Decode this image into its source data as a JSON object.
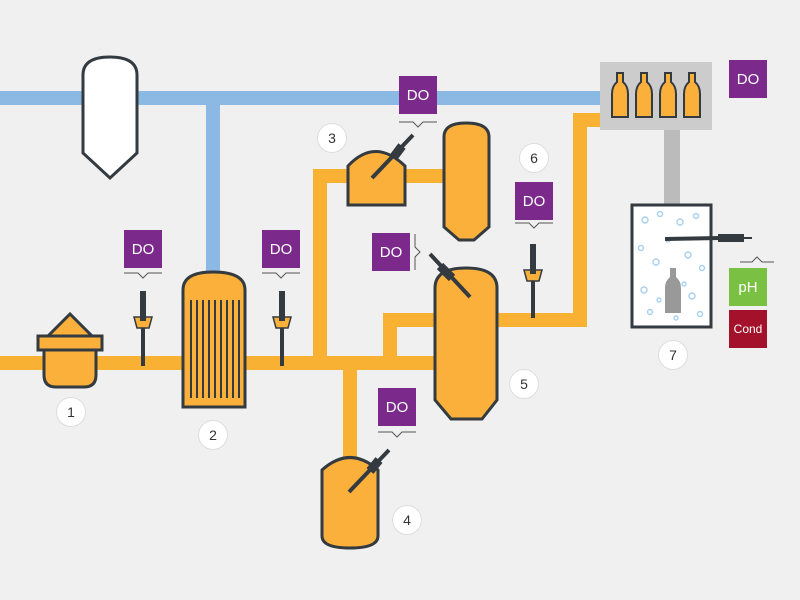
{
  "colors": {
    "background": "#f0f0f0",
    "water_pipe": "#8bb9e3",
    "process_pipe": "#f8b133",
    "vessel_fill": "#fbb03b",
    "outline": "#333a40",
    "do_badge": "#7b2a8c",
    "ph_badge": "#7ac143",
    "cond_badge": "#a3122a",
    "bottling_box": "#cccccc",
    "connector": "#bbbbbb"
  },
  "badges": {
    "do_label": "DO",
    "ph_label": "pH",
    "cond_label": "Cond"
  },
  "steps": {
    "s1": "1",
    "s2": "2",
    "s3": "3",
    "s4": "4",
    "s5": "5",
    "s6": "6",
    "s7": "7"
  },
  "icons": {
    "sensor": "do-sensor-probe-icon",
    "bottle": "bottle-icon",
    "tank": "tank-icon"
  }
}
